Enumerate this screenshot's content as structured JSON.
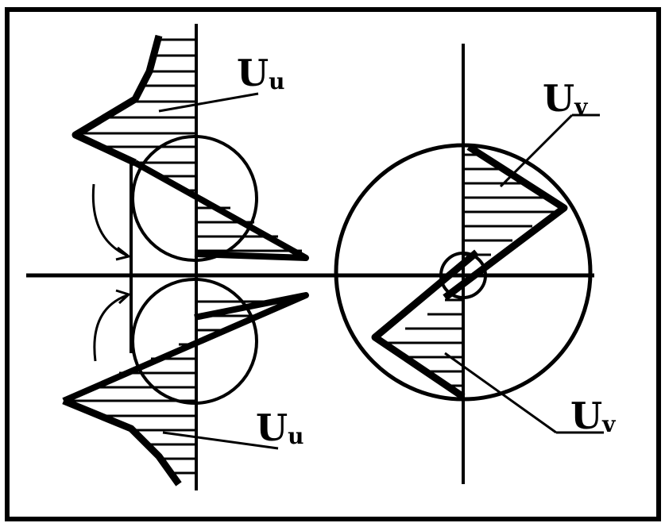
{
  "labels": {
    "u_top": {
      "main": "U",
      "sub": "u"
    },
    "u_bottom": {
      "main": "U",
      "sub": "u"
    },
    "v_top": {
      "main": "U",
      "sub": "v"
    },
    "v_bottom": {
      "main": "U",
      "sub": "v"
    }
  },
  "colors": {
    "ink": "#000000",
    "background": "#ffffff",
    "border": "#000000"
  }
}
